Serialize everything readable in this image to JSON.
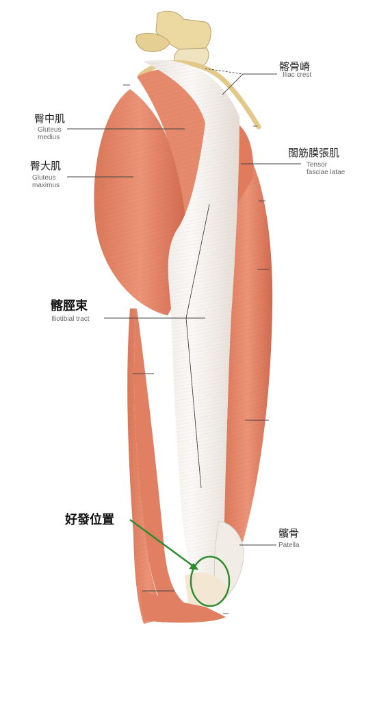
{
  "colors": {
    "muscle": "#e98a6c",
    "muscle_dark": "#cf6a4e",
    "tendon": "#f4f0ec",
    "bone": "#ecd9a2",
    "highlight": "#2e8b2e",
    "leader": "#444444"
  },
  "labels": {
    "iliac_crest": {
      "zh": "髂骨嵴",
      "en": "Iliac crest"
    },
    "gluteus_medius": {
      "zh": "臀中肌",
      "en": "Gluteus\nmedius"
    },
    "gluteus_maximus": {
      "zh": "臀大肌",
      "en": "Gluteus\nmaximus"
    },
    "tensor_fasciae_latae": {
      "zh": "闊筋膜張肌",
      "en": "Tensor\nfasciae latae"
    },
    "iliotibial_tract": {
      "zh": "髂脛束",
      "en": "Iliotibial tract"
    },
    "patella": {
      "zh": "髕骨",
      "en": "Patella"
    },
    "onset_site": {
      "zh": "好發位置"
    }
  }
}
